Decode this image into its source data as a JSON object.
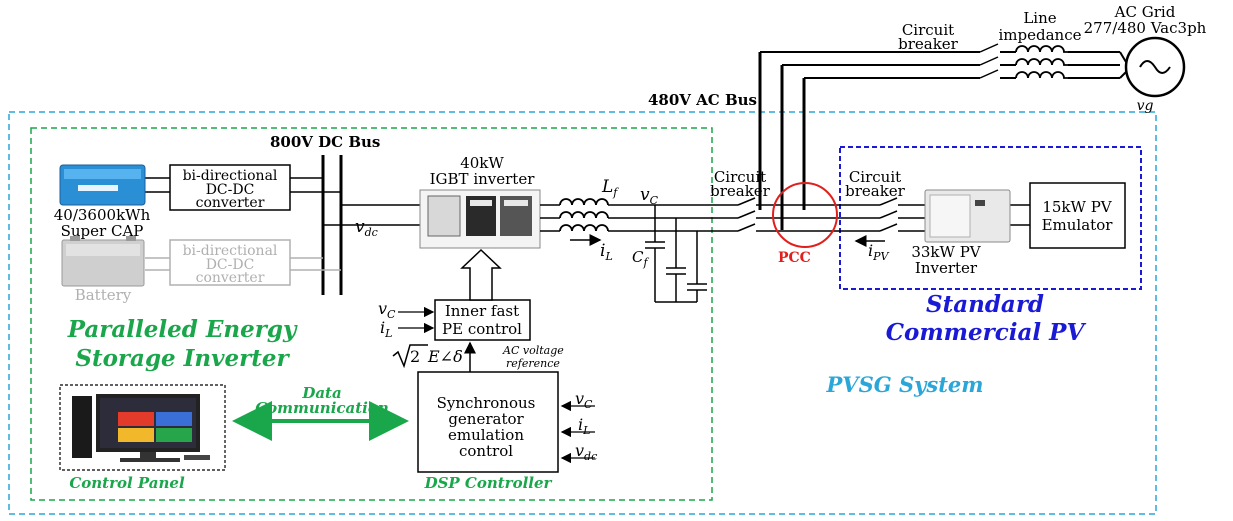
{
  "labels": {
    "ac_grid_line1": "AC Grid",
    "ac_grid_line2": "277/480 Vac3ph",
    "vg": "vg",
    "circuit_breaker_top_1": "Circuit",
    "circuit_breaker_top_2": "breaker",
    "line_impedance_1": "Line",
    "line_impedance_2": "impedance",
    "ac_bus": "480V AC Bus",
    "dc_bus": "800V DC Bus",
    "inverter_1": "40kW",
    "inverter_2": "IGBT inverter",
    "supercap_1": "40/3600kWh",
    "supercap_2": "Super CAP",
    "battery": "Battery",
    "bidir_1a": "bi-directional",
    "bidir_1b": "DC-DC",
    "bidir_1c": "converter",
    "bidir_2a": "bi-directional",
    "bidir_2b": "DC-DC",
    "bidir_2c": "converter",
    "vdc": "v",
    "vdc_sub": "dc",
    "lf": "L",
    "lf_sub": "f",
    "vc": "v",
    "vc_sub": "C",
    "il": "i",
    "il_sub": "L",
    "cf": "C",
    "cf_sub": "f",
    "cb_mid_1": "Circuit",
    "cb_mid_2": "breaker",
    "cb_pv_1": "Circuit",
    "cb_pv_2": "breaker",
    "pcc": "PCC",
    "ipv": "i",
    "ipv_sub": "PV",
    "pv_inverter_1": "33kW PV",
    "pv_inverter_2": "Inverter",
    "pv_emulator_1": "15kW PV",
    "pv_emulator_2": "Emulator",
    "standard_pv_1": "Standard",
    "standard_pv_2": "Commercial PV",
    "pvsg_system": "PVSG System",
    "paralleled_1": "Paralleled Energy",
    "paralleled_2": "Storage Inverter",
    "inner_1": "Inner fast",
    "inner_2": "PE control",
    "in_vc": "v",
    "in_vc_sub": "C",
    "in_il": "i",
    "in_il_sub": "L",
    "sqrt2": "2",
    "e_delta": "E∠δ",
    "ac_ref_1": "AC voltage",
    "ac_ref_2": "reference",
    "data_comm_1": "Data",
    "data_comm_2": "Communication",
    "sync_1": "Synchronous",
    "sync_2": "generator",
    "sync_3": "emulation",
    "sync_4": "control",
    "dsp_vc": "v",
    "dsp_vc_sub": "C",
    "dsp_il": "i",
    "dsp_il_sub": "L",
    "dsp_vdc": "v",
    "dsp_vdc_sub": "dc",
    "control_panel": "Control Panel",
    "dsp_controller": "DSP Controller"
  },
  "colors": {
    "green": "#1aa64a",
    "cyan": "#2aa7d8",
    "blue": "#1a1ad6",
    "pcc_red": "#e0201c",
    "black": "#000000",
    "grey": "#b0b0b0"
  },
  "icons": [
    "ac-source-icon",
    "inductor-icon",
    "capacitor-icon",
    "breaker-switch-icon",
    "igbt-inverter-image",
    "supercap-image",
    "battery-image",
    "pv-inverter-image",
    "computer-image"
  ]
}
